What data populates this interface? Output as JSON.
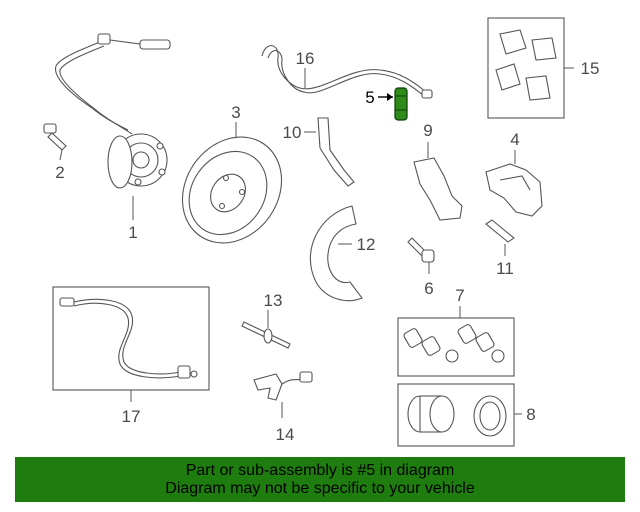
{
  "callouts": [
    {
      "id": "1",
      "label": "1"
    },
    {
      "id": "2",
      "label": "2"
    },
    {
      "id": "3",
      "label": "3"
    },
    {
      "id": "4",
      "label": "4"
    },
    {
      "id": "5",
      "label": "5"
    },
    {
      "id": "6",
      "label": "6"
    },
    {
      "id": "7",
      "label": "7"
    },
    {
      "id": "8",
      "label": "8"
    },
    {
      "id": "9",
      "label": "9"
    },
    {
      "id": "10",
      "label": "10"
    },
    {
      "id": "11",
      "label": "11"
    },
    {
      "id": "12",
      "label": "12"
    },
    {
      "id": "13",
      "label": "13"
    },
    {
      "id": "14",
      "label": "14"
    },
    {
      "id": "15",
      "label": "15"
    },
    {
      "id": "16",
      "label": "16"
    },
    {
      "id": "17",
      "label": "17"
    }
  ],
  "highlighted_part": "5",
  "colors": {
    "highlight_part": "#2e8b1a",
    "banner_bg": "#1e7d0e",
    "line": "#555555"
  },
  "banner": {
    "line1": "Part or sub-assembly is #5 in diagram",
    "line2": "Diagram may not be specific to your vehicle"
  }
}
